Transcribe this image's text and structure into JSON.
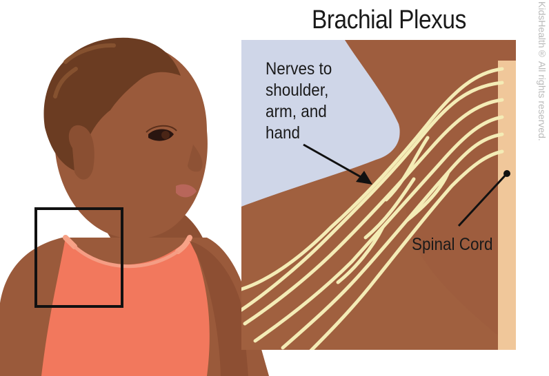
{
  "title": "Brachial Plexus",
  "labels": {
    "nerves": [
      "Nerves to",
      "shoulder,",
      "arm, and",
      "hand"
    ],
    "spinal_cord": "Spinal Cord"
  },
  "watermark": "KidsHealth®  All rights reserved.",
  "colors": {
    "skin": "#9a5a3b",
    "skin_dark": "#7a4226",
    "hair": "#6b3c22",
    "dress": "#f2785d",
    "inset_bg": "#a0603f",
    "inset_sky": "#cfd6e8",
    "nerve": "#f4ecb6",
    "spine": "#f0c79a"
  }
}
